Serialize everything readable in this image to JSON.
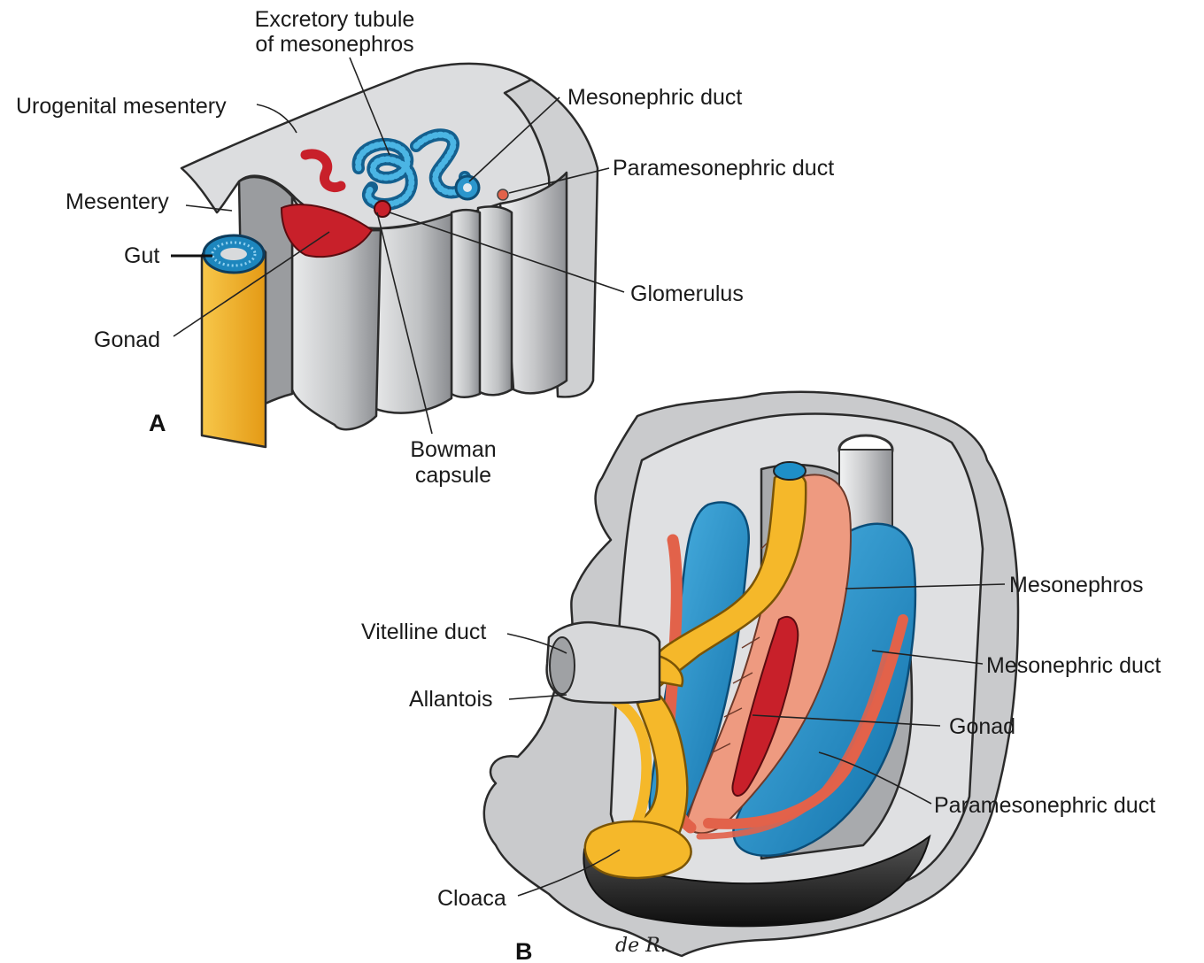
{
  "panel_a": {
    "letter": "A",
    "labels": {
      "excretory_tubule_line1": "Excretory tubule",
      "excretory_tubule_line2": "of mesonephros",
      "urogenital_mesentery": "Urogenital mesentery",
      "mesonephric_duct": "Mesonephric duct",
      "paramesonephric_duct": "Paramesonephric duct",
      "mesentery": "Mesentery",
      "gut": "Gut",
      "glomerulus": "Glomerulus",
      "gonad": "Gonad",
      "bowman_line1": "Bowman",
      "bowman_line2": "capsule"
    }
  },
  "panel_b": {
    "letter": "B",
    "labels": {
      "mesonephros": "Mesonephros",
      "vitelline_duct": "Vitelline duct",
      "mesonephric_duct": "Mesonephric duct",
      "allantois": "Allantois",
      "gonad": "Gonad",
      "paramesonephric_duct": "Paramesonephric duct",
      "cloaca": "Cloaca"
    },
    "signature": "de R."
  },
  "colors": {
    "tissue_gray": "#c9cacc",
    "tissue_light": "#e4e5e7",
    "tissue_dark": "#8e9094",
    "mesonephros_blue": "#1e8fc8",
    "duct_red": "#e2624a",
    "gonad_red": "#c8202a",
    "gut_yellow": "#f5b82a",
    "hindgut_salmon": "#ee9a80",
    "cavity_black": "#1c1c1c"
  }
}
